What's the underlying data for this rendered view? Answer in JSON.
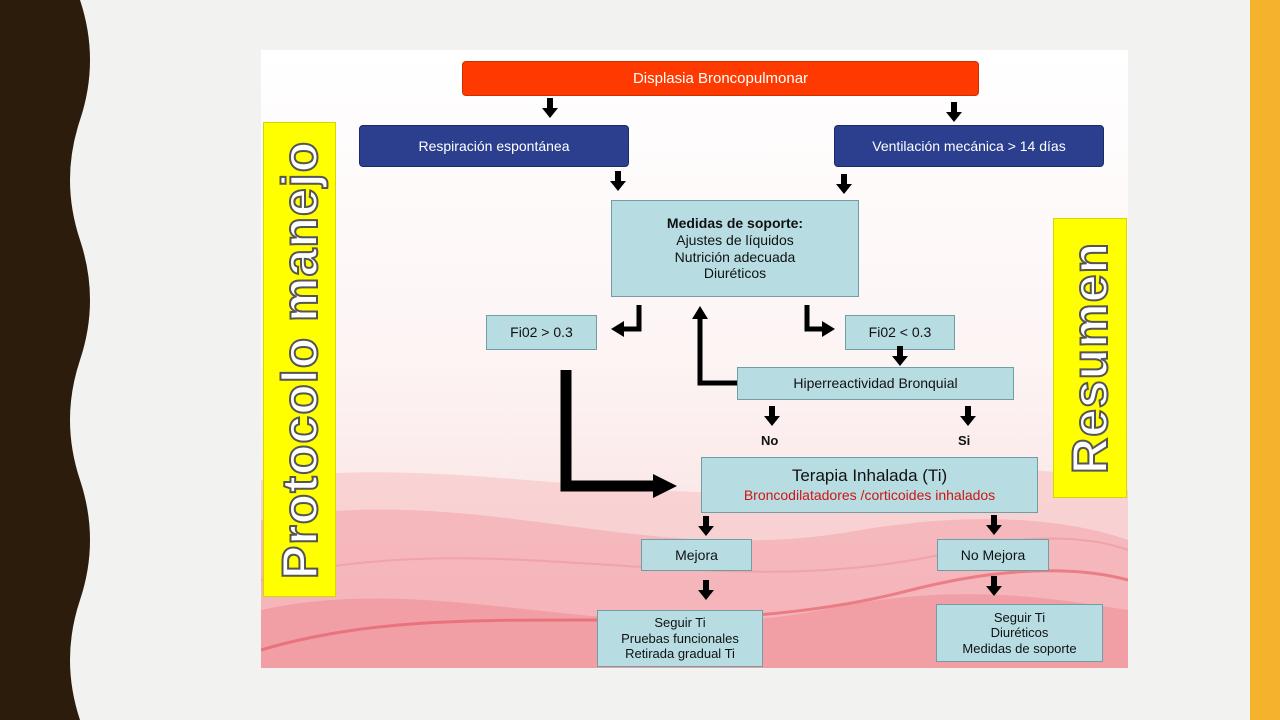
{
  "slide": {
    "title": "Displasia Broncopulmonar",
    "side_left_label": "Protocolo manejo",
    "side_right_label": "Resumen",
    "nodes": {
      "spontaneous": "Respiración espontánea",
      "ventilation": "Ventilación mecánica > 14 días",
      "support_title": "Medidas de soporte:",
      "support_line1": "Ajustes de líquidos",
      "support_line2": "Nutrición adecuada",
      "support_line3": "Diuréticos",
      "fio2_high": "Fi02 > 0.3",
      "fio2_low": "Fi02 < 0.3",
      "hyperreactivity": "Hiperreactividad Bronquial",
      "branch_no": "No",
      "branch_si": "Si",
      "therapy_title": "Terapia Inhalada (Ti)",
      "therapy_subtitle": "Broncodilatadores /corticoides inhalados",
      "improves": "Mejora",
      "not_improves": "No Mejora",
      "outcome_left_1": "Seguir Ti",
      "outcome_left_2": "Pruebas funcionales",
      "outcome_left_3": "Retirada gradual Ti",
      "outcome_right_1": "Seguir Ti",
      "outcome_right_2": "Diuréticos",
      "outcome_right_3": "Medidas de soporte"
    }
  },
  "colors": {
    "left_strip": "#2b1c0c",
    "right_strip": "#f5b22d",
    "title_fill": "#ff3a00",
    "navy_fill": "#2c3f8e",
    "box_fill": "#b7dde2",
    "label_fill": "#ffff00",
    "subtitle_red": "#d11414"
  },
  "icons": [
    "down-arrow-icon",
    "elbow-arrow-icon",
    "up-arrow-icon"
  ]
}
